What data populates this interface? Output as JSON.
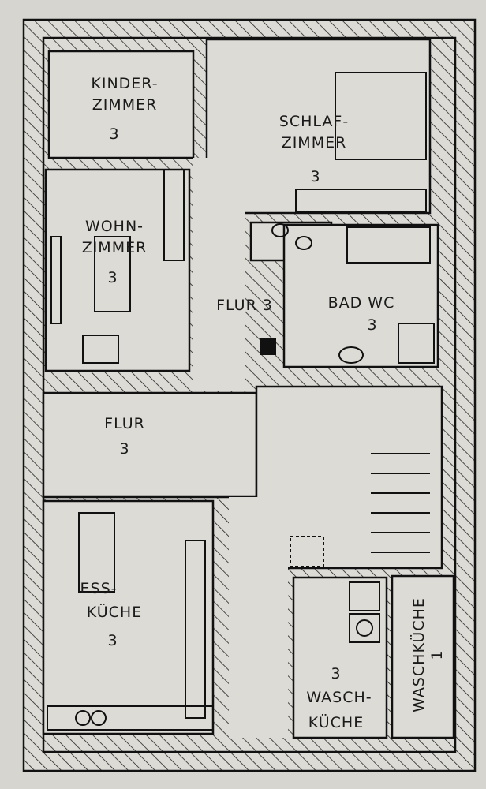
{
  "title": "Grundriss",
  "rooms": {
    "kinderzimmer": {
      "line1": "KINDER-",
      "line2": "ZIMMER",
      "number": "3"
    },
    "schlafzimmer": {
      "line1": "SCHLAF-",
      "line2": "ZIMMER",
      "number": "3"
    },
    "wohnzimmer": {
      "line1": "WOHN-",
      "line2": "ZIMMER",
      "number": "3"
    },
    "flur_upper": {
      "label": "FLUR 3"
    },
    "bad_wc": {
      "label": "BAD WC",
      "number": "3"
    },
    "flur_lower": {
      "label": "FLUR",
      "number": "3"
    },
    "esskueche": {
      "line1": "ESS-",
      "line2": "KÜCHE",
      "number": "3"
    },
    "waschkueche_3": {
      "number": "3",
      "line1": "WASCH-",
      "line2": "KÜCHE"
    },
    "waschkueche_1": {
      "label": "WASCHKÜCHE",
      "number": "1"
    }
  },
  "colors": {
    "paper": "#dcdbd6",
    "ink": "#111111"
  }
}
